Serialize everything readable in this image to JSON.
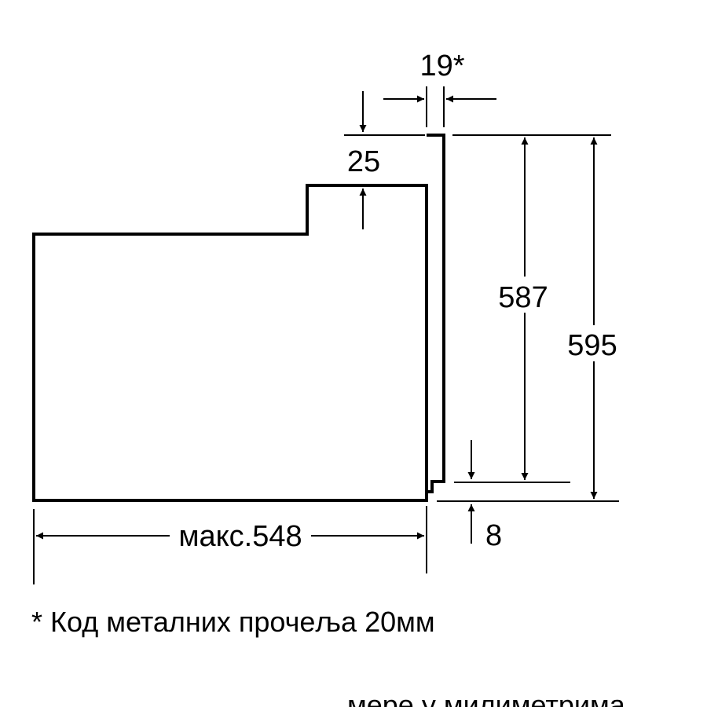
{
  "dimensions": {
    "top_gap": "19*",
    "top_step": "25",
    "front_height": "587",
    "total_height": "595",
    "bottom_offset": "8",
    "depth": "макс.548"
  },
  "footnote": "* Код металних прочеља 20мм",
  "units_note": "мере у милиметрима",
  "colors": {
    "line": "#000000",
    "background": "#ffffff"
  }
}
